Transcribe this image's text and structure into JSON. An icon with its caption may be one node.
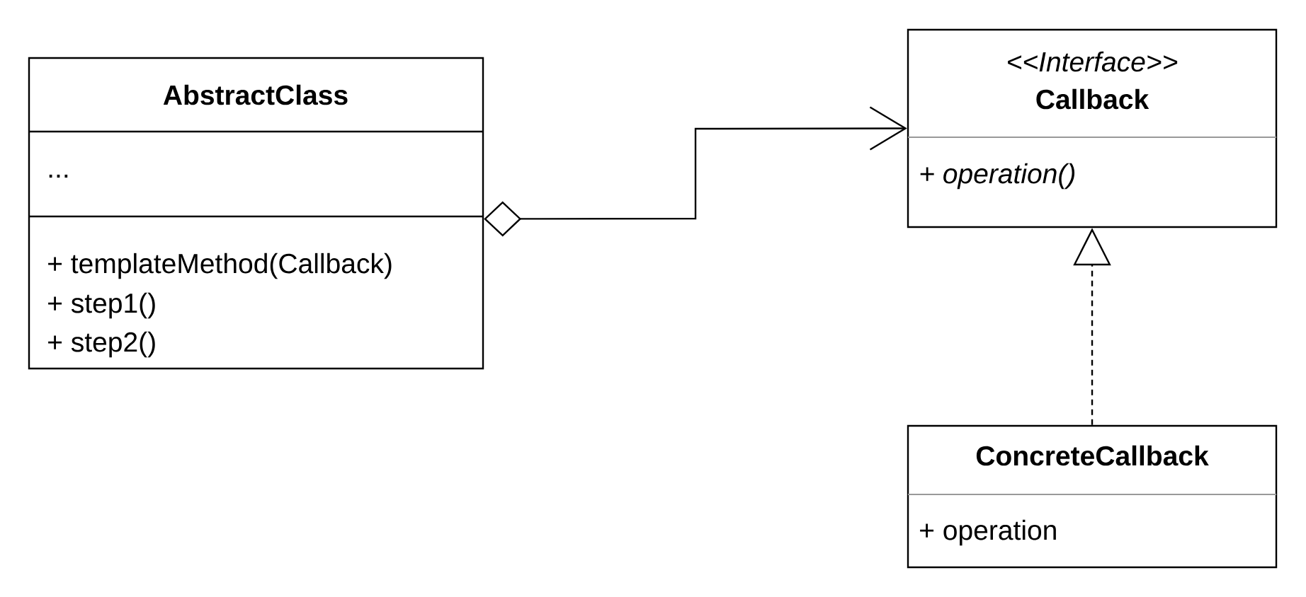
{
  "diagram": {
    "nodes": [
      {
        "text": [
          "AbstractClass",
          "...",
          "+ templateMethod(Callback)",
          "+ step1()",
          "+ step2()"
        ]
      },
      {
        "text": [
          "<<Interface>>",
          "Callback",
          "+ operation()"
        ]
      },
      {
        "text": [
          "ConcreteCallback",
          "+ operation"
        ]
      }
    ],
    "edges": [
      {
        "from": 0,
        "to": 1,
        "arrow": "to"
      },
      {
        "from": 2,
        "to": 1,
        "arrow": "to",
        "style": "dashed"
      }
    ]
  }
}
